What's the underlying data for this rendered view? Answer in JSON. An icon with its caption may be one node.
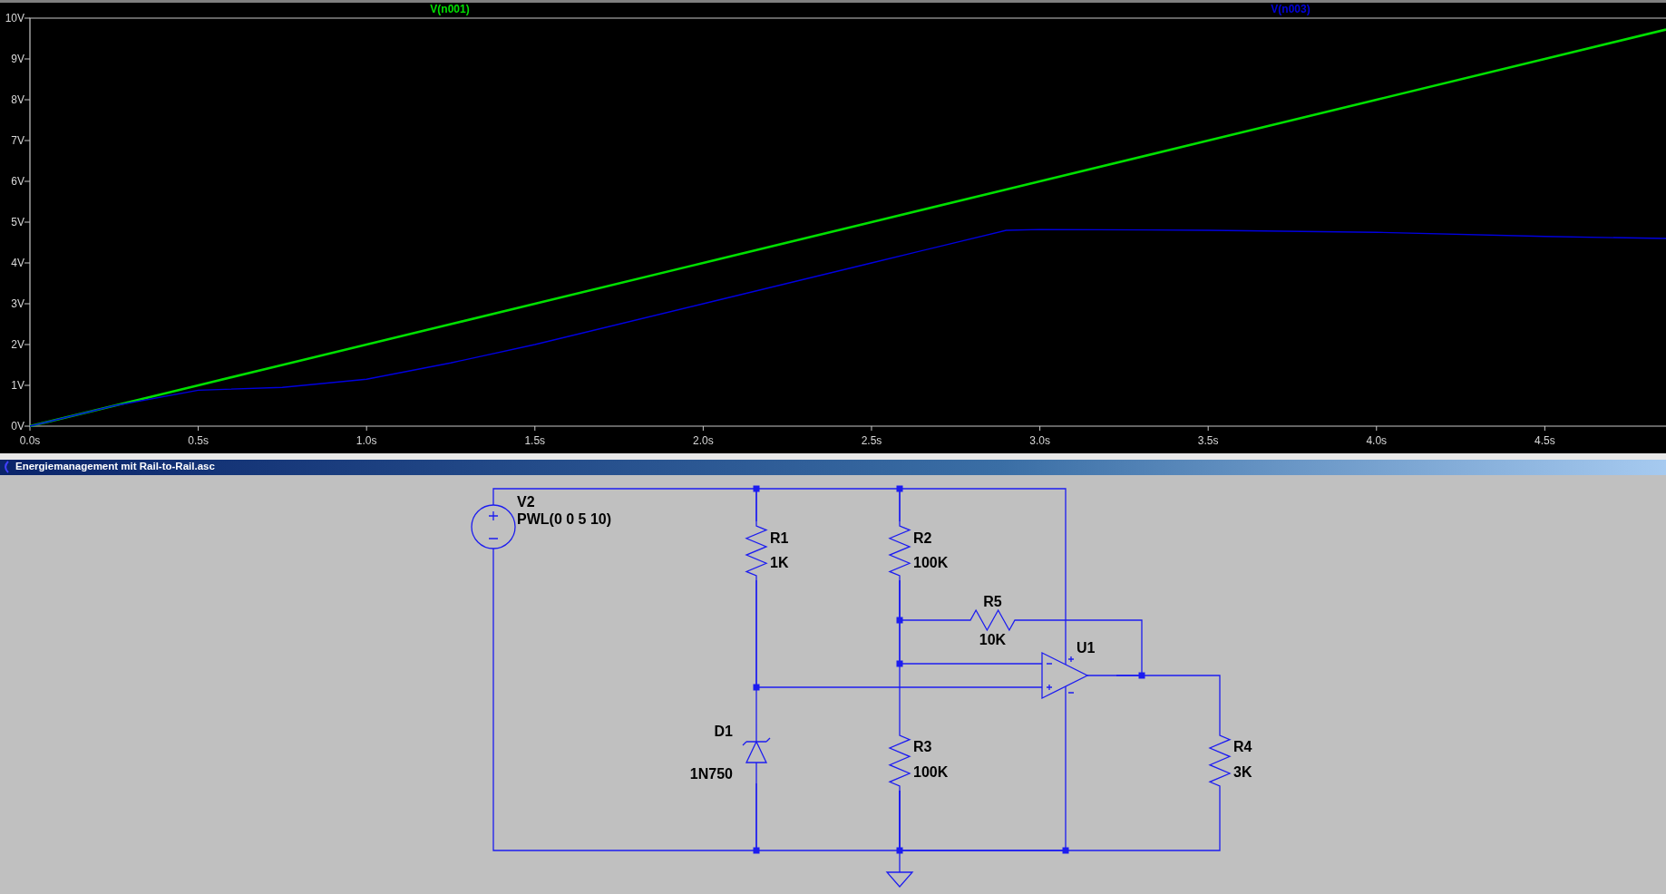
{
  "diagram": {
    "nodes": [
      {
        "text": [
          "V2",
          "PWL(0 0 5 10)"
        ]
      },
      {
        "text": [
          "R1",
          "1K"
        ]
      },
      {
        "text": [
          "R2",
          "100K"
        ]
      },
      {
        "text": [
          "R5",
          "10K"
        ]
      },
      {
        "text": [
          "U1"
        ]
      },
      {
        "text": [
          "D1",
          "1N750"
        ]
      },
      {
        "text": [
          "R3",
          "100K"
        ]
      },
      {
        "text": [
          "R4",
          "3K"
        ]
      },
      {
        "text": [],
        "shape": "triangle"
      }
    ],
    "edges": [
      {
        "from": 0,
        "to": 1,
        "arrow": "none"
      },
      {
        "from": 1,
        "to": 2,
        "arrow": "none"
      },
      {
        "from": 2,
        "to": 4,
        "arrow": "none"
      },
      {
        "from": 1,
        "to": 5,
        "arrow": "none"
      },
      {
        "from": 1,
        "to": 4,
        "arrow": "none"
      },
      {
        "from": 2,
        "to": 3,
        "arrow": "none"
      },
      {
        "from": 2,
        "to": 4,
        "arrow": "none"
      },
      {
        "from": 2,
        "to": 6,
        "arrow": "none"
      },
      {
        "from": 4,
        "to": 3,
        "arrow": "none"
      },
      {
        "from": 4,
        "to": 7,
        "arrow": "none"
      },
      {
        "from": 0,
        "to": 5,
        "arrow": "none"
      },
      {
        "from": 5,
        "to": 6,
        "arrow": "none"
      },
      {
        "from": 6,
        "to": 4,
        "arrow": "none"
      },
      {
        "from": 6,
        "to": 7,
        "arrow": "none"
      },
      {
        "from": 6,
        "to": 8,
        "arrow": "none"
      }
    ],
    "labels": [
      "Energiemanagement mit Rail-to-Rail.asc"
    ],
    "chart_data": {
      "type": "line",
      "x": [
        0,
        0.25,
        0.5,
        0.75,
        1.0,
        1.25,
        1.5,
        2.0,
        2.5,
        2.9,
        3.0,
        3.5,
        4.0,
        4.5,
        4.86
      ],
      "series": [
        {
          "name": "V(n001)",
          "color": "#00e000",
          "values": [
            0,
            0.5,
            1,
            1.5,
            2,
            2.5,
            3,
            4,
            5,
            5.8,
            6,
            7,
            8,
            9,
            9.72
          ]
        },
        {
          "name": "V(n003)",
          "color": "#0000e0",
          "values": [
            0,
            0.5,
            0.88,
            0.95,
            1.15,
            1.55,
            2.0,
            3.0,
            4.0,
            4.8,
            4.82,
            4.8,
            4.75,
            4.65,
            4.6
          ]
        }
      ],
      "xlim": [
        0,
        4.86
      ],
      "ylim": [
        0,
        10
      ],
      "xticks": [
        {
          "value": 0,
          "label": "0.0s"
        },
        {
          "value": 0.5,
          "label": "0.5s"
        },
        {
          "value": 1,
          "label": "1.0s"
        },
        {
          "value": 1.5,
          "label": "1.5s"
        },
        {
          "value": 2,
          "label": "2.0s"
        },
        {
          "value": 2.5,
          "label": "2.5s"
        },
        {
          "value": 3,
          "label": "3.0s"
        },
        {
          "value": 3.5,
          "label": "3.5s"
        },
        {
          "value": 4,
          "label": "4.0s"
        },
        {
          "value": 4.5,
          "label": "4.5s"
        }
      ],
      "yticks": [
        {
          "value": 0,
          "label": "0V"
        },
        {
          "value": 1,
          "label": "1V"
        },
        {
          "value": 2,
          "label": "2V"
        },
        {
          "value": 3,
          "label": "3V"
        },
        {
          "value": 4,
          "label": "4V"
        },
        {
          "value": 5,
          "label": "5V"
        },
        {
          "value": 6,
          "label": "6V"
        },
        {
          "value": 7,
          "label": "7V"
        },
        {
          "value": 8,
          "label": "8V"
        },
        {
          "value": 9,
          "label": "9V"
        },
        {
          "value": 10,
          "label": "10V"
        }
      ]
    }
  }
}
